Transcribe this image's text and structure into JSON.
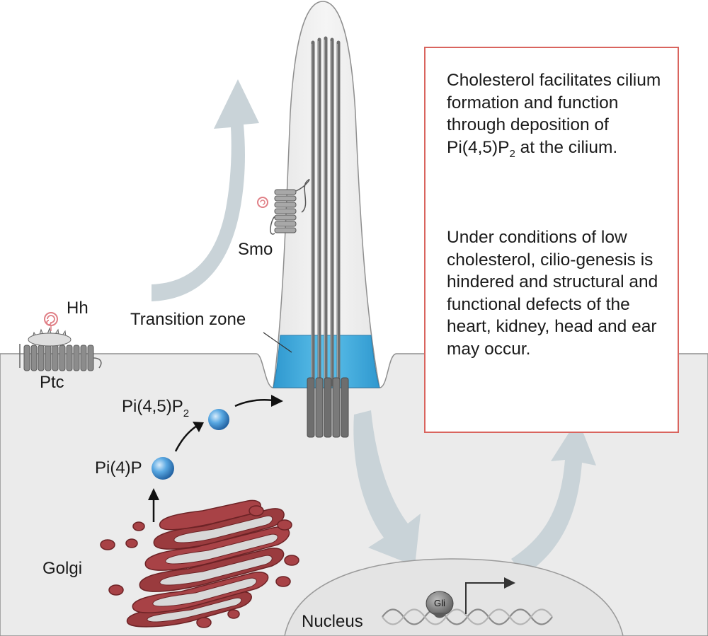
{
  "labels": {
    "hh": "Hh",
    "ptc": "Ptc",
    "smo": "Smo",
    "transition_zone": "Transition zone",
    "pi45p2_base": "Pi(4,5)P",
    "pi45p2_sub": "2",
    "pi4p": "Pi(4)P",
    "golgi": "Golgi",
    "nucleus": "Nucleus",
    "gli": "Gli"
  },
  "info": {
    "p1_text": "Cholesterol facilitates cilium formation and function through deposition of Pi(4,5)P",
    "p1_sub": "2",
    "p1_end": " at the cilium.",
    "p2": "Under conditions of low cholesterol, cilio-genesis is hindered and structural and functional defects of the heart, kidney, head and ear may occur."
  },
  "colors": {
    "info_border": "#d9645e",
    "cytoplasm": "#ebebeb",
    "cilium": "#eeeeee",
    "transition_zone": "#3aa7d8",
    "golgi": "#9a3b3e",
    "flow_arrow": "#c9d3d8",
    "phosphoinositide": "#3d8fd0",
    "hh_ligand": "#e07f86"
  }
}
